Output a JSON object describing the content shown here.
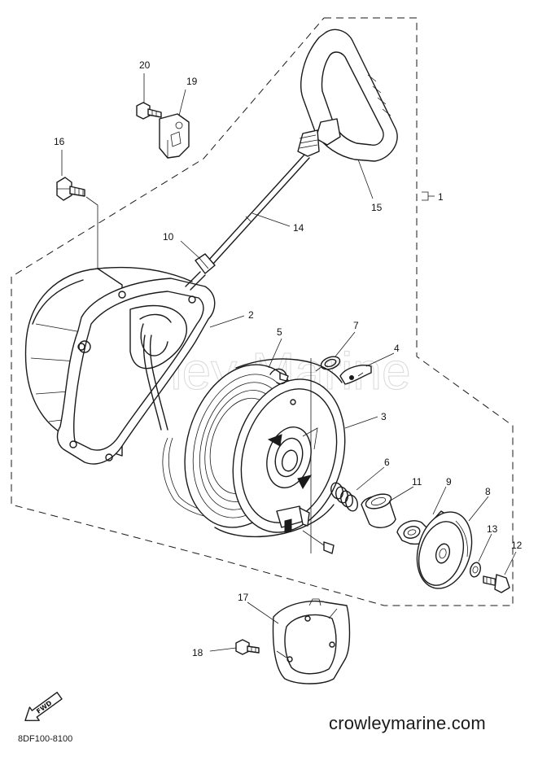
{
  "diagram": {
    "watermark": "Crowley Marine",
    "fwd_label": "FWD",
    "drawing_code": "8DF100-8100",
    "site_url": "crowleymarine.com",
    "callouts": {
      "n1": "1",
      "n2": "2",
      "n3": "3",
      "n4": "4",
      "n5": "5",
      "n6": "6",
      "n7": "7",
      "n8": "8",
      "n9": "9",
      "n10": "10",
      "n11": "11",
      "n12": "12",
      "n13": "13",
      "n14": "14",
      "n15": "15",
      "n16": "16",
      "n17": "17",
      "n18": "18",
      "n19": "19",
      "n20": "20"
    }
  }
}
